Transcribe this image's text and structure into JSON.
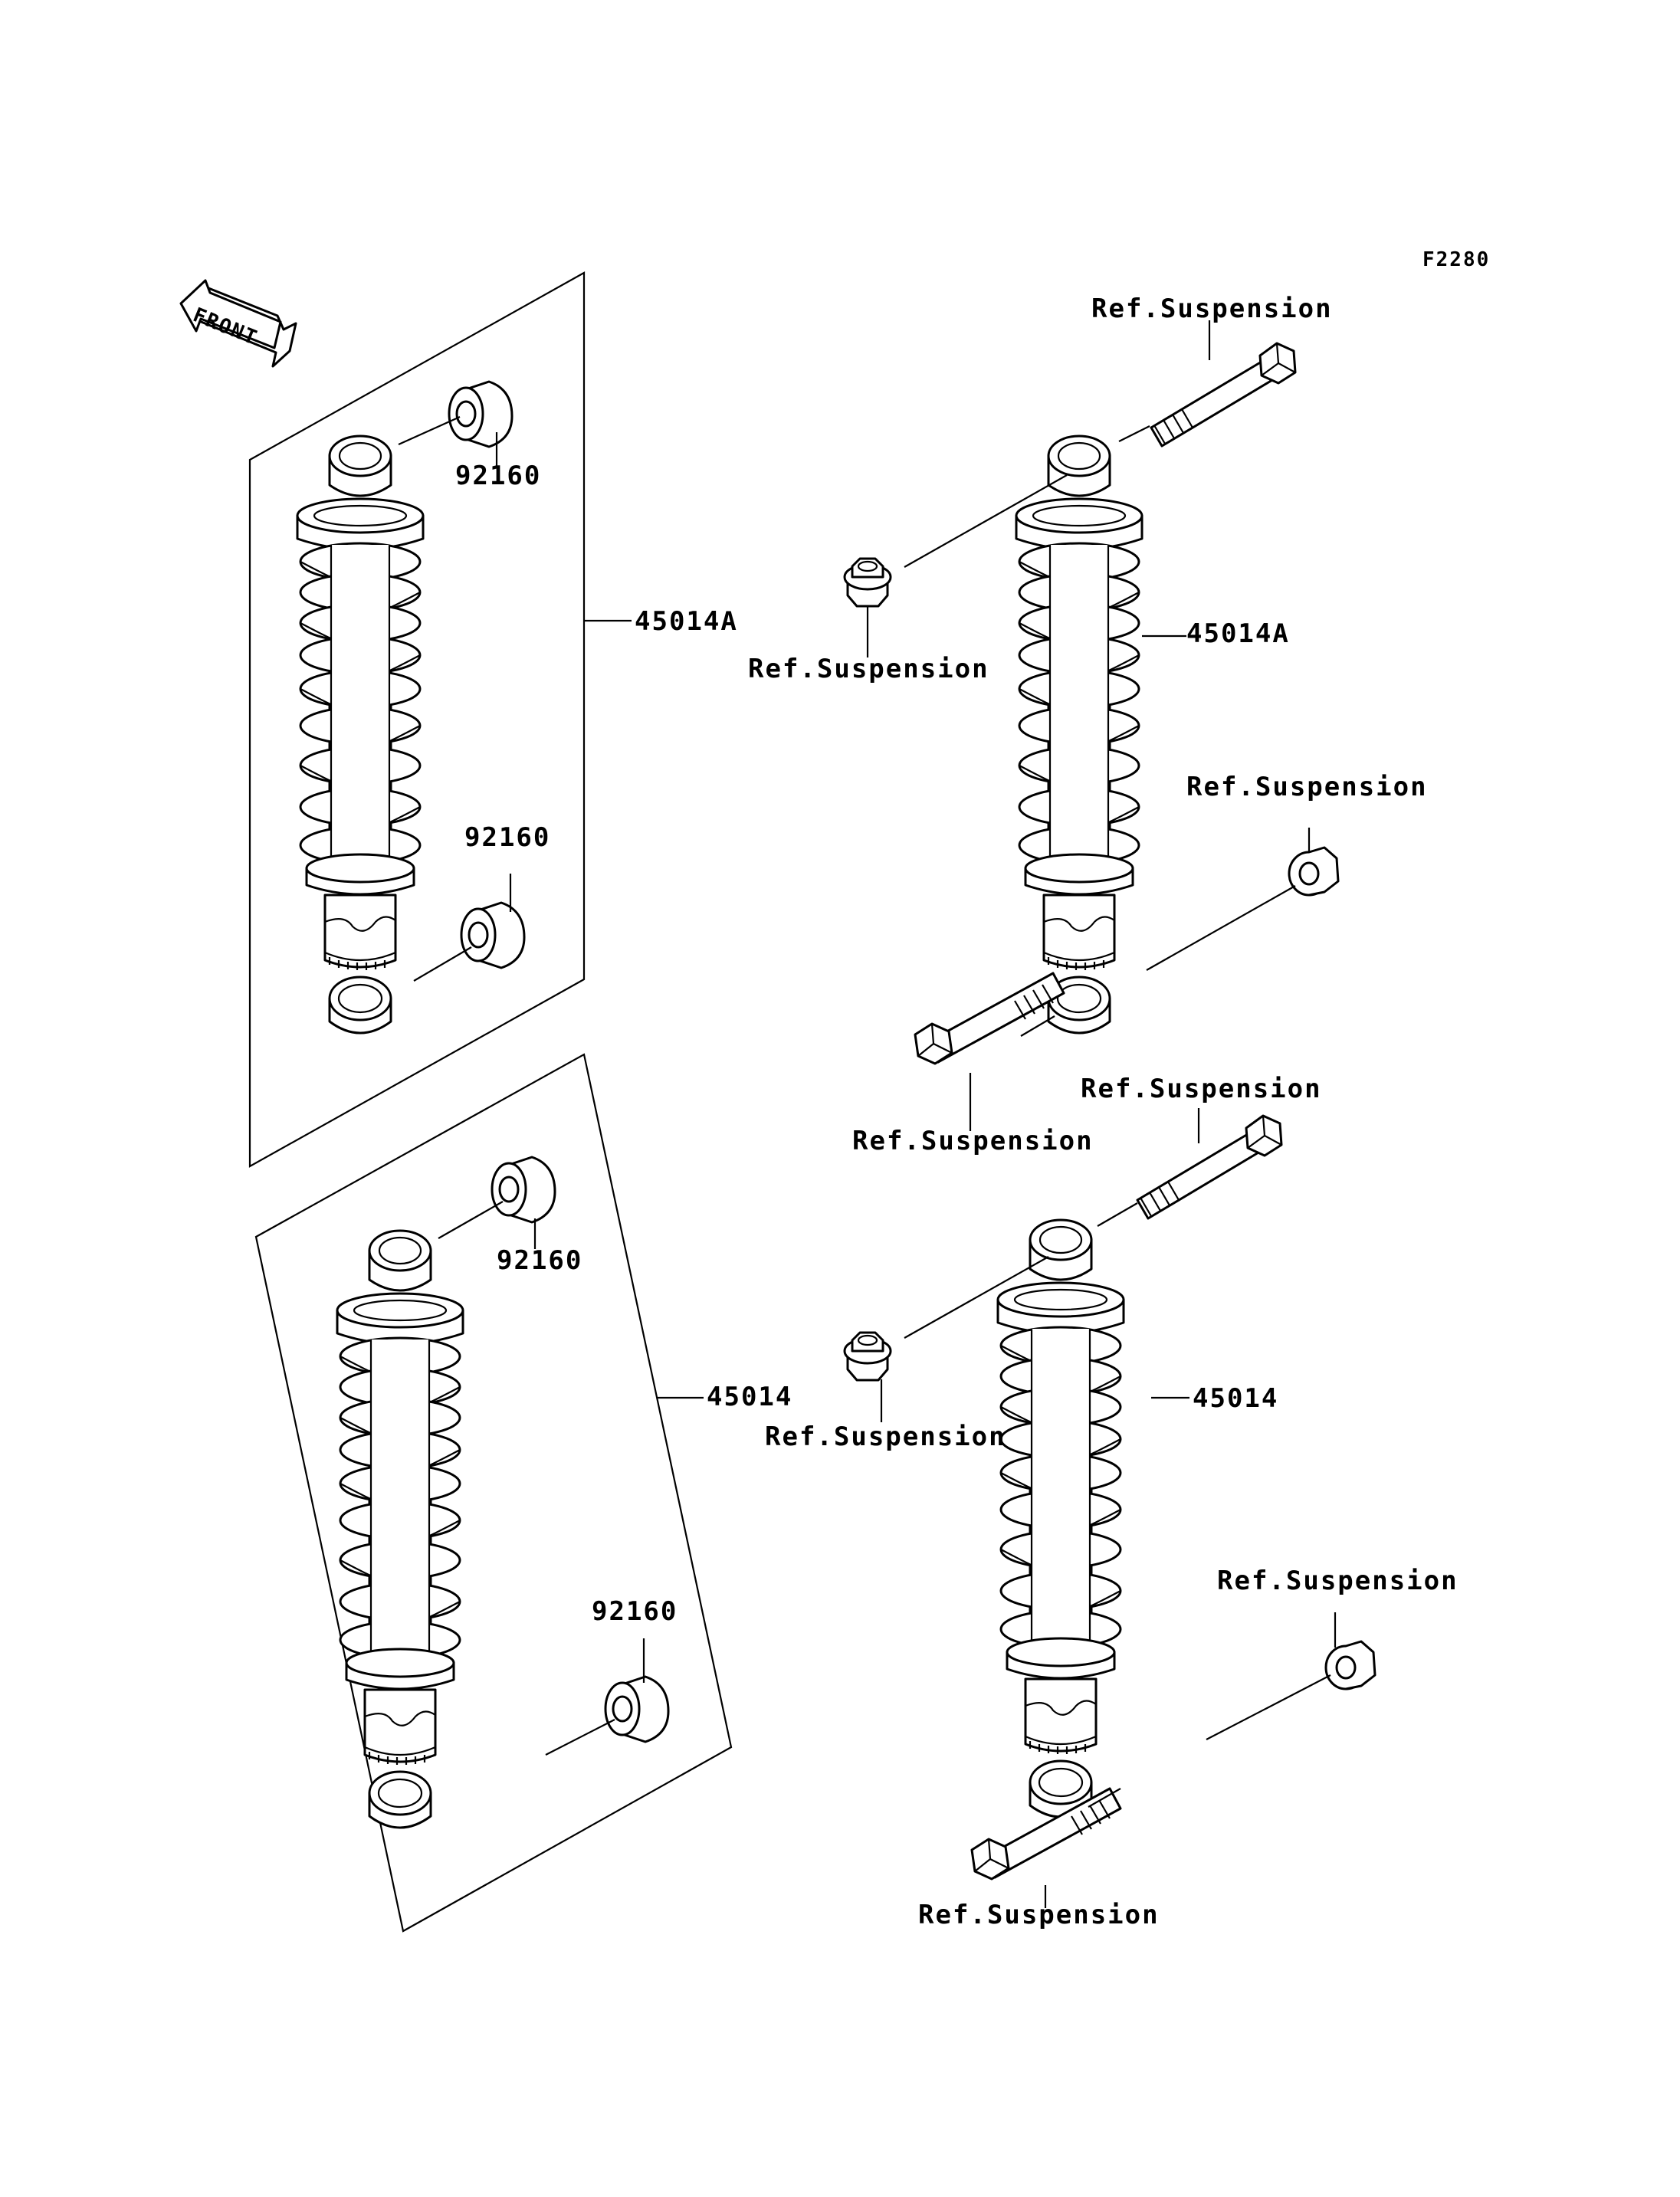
{
  "figure_code": "F2280",
  "front_arrow_text": "FRONT",
  "labels": {
    "left_upper": {
      "assy": "45014A",
      "bush_top": "92160",
      "bush_bottom": "92160"
    },
    "left_lower": {
      "assy": "45014",
      "bush_top": "92160",
      "bush_bottom": "92160"
    },
    "right_upper": {
      "assy": "45014A",
      "bolt_top": "Ref.Suspension",
      "nut_top": "Ref.Suspension",
      "nut_bottom": "Ref.Suspension",
      "bolt_bottom": "Ref.Suspension"
    },
    "right_lower": {
      "assy": "45014",
      "bolt_top": "Ref.Suspension",
      "nut_top": "Ref.Suspension",
      "nut_bottom": "Ref.Suspension",
      "bolt_bottom": "Ref.Suspension"
    }
  }
}
